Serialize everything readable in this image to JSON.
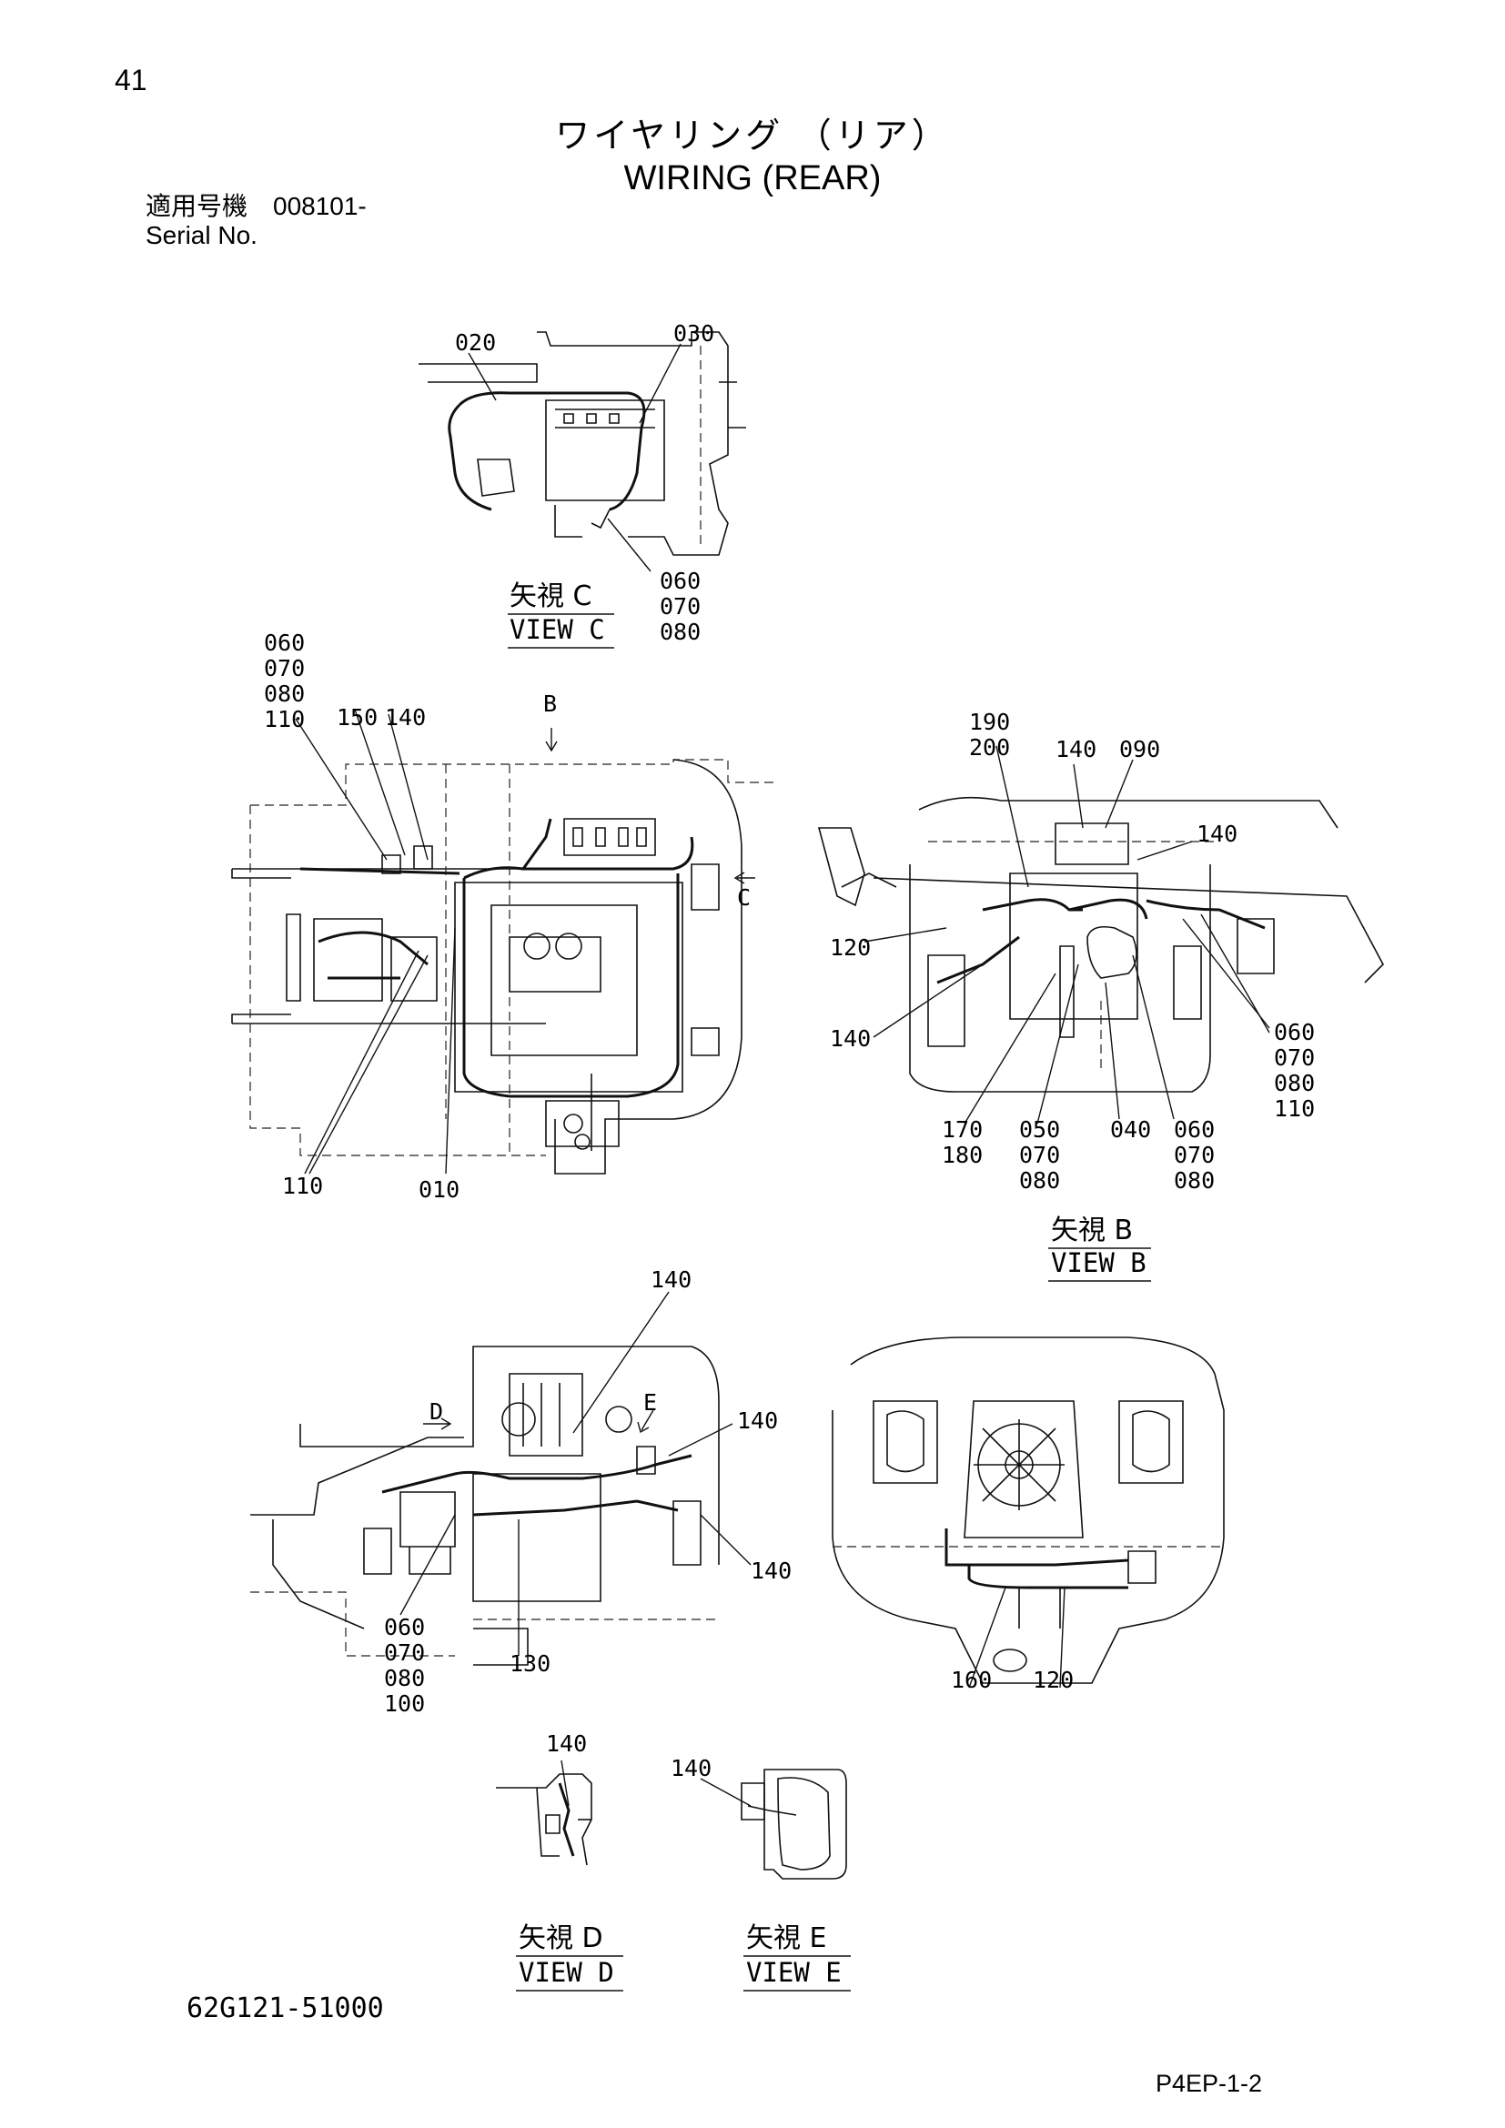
{
  "header": {
    "page_number": "41",
    "title_jp": "ワイヤリング （リア）",
    "title_en": "WIRING (REAR)",
    "serial_label_jp": "適用号機　008101-",
    "serial_label_en": "Serial No."
  },
  "footer": {
    "drawing_number": "62G121-51000",
    "page_code": "P4EP-1-2"
  },
  "views": {
    "c": {
      "jp": "矢視 C",
      "en": "VIEW C"
    },
    "b": {
      "jp": "矢視 B",
      "en": "VIEW B"
    },
    "d": {
      "jp": "矢視 D",
      "en": "VIEW D"
    },
    "e": {
      "jp": "矢視 E",
      "en": "VIEW E"
    }
  },
  "arrows": {
    "b": "B",
    "c": "C",
    "d": "D",
    "e": "E"
  },
  "callouts": {
    "viewc_020": "020",
    "viewc_030": "030",
    "viewc_060": "060",
    "viewc_070": "070",
    "viewc_080": "080",
    "top_060": "060",
    "top_070": "070",
    "top_080": "080",
    "top_110": "110",
    "top_150": "150",
    "top_140": "140",
    "top_110b": "110",
    "top_010": "010",
    "viewb_190": "190",
    "viewb_200": "200",
    "viewb_140a": "140",
    "viewb_090": "090",
    "viewb_140b": "140",
    "viewb_120": "120",
    "viewb_140c": "140",
    "viewb_060a": "060",
    "viewb_070a": "070",
    "viewb_080a": "080",
    "viewb_110": "110",
    "viewb_170": "170",
    "viewb_180": "180",
    "viewb_050": "050",
    "viewb_070b": "070",
    "viewb_080b": "080",
    "viewb_040": "040",
    "viewb_060b": "060",
    "viewb_070c": "070",
    "viewb_080c": "080",
    "side_140a": "140",
    "side_140b": "140",
    "side_140c": "140",
    "side_060": "060",
    "side_070": "070",
    "side_080": "080",
    "side_100": "100",
    "side_130": "130",
    "rear_160": "160",
    "rear_120": "120",
    "viewd_140": "140",
    "viewe_140": "140"
  }
}
